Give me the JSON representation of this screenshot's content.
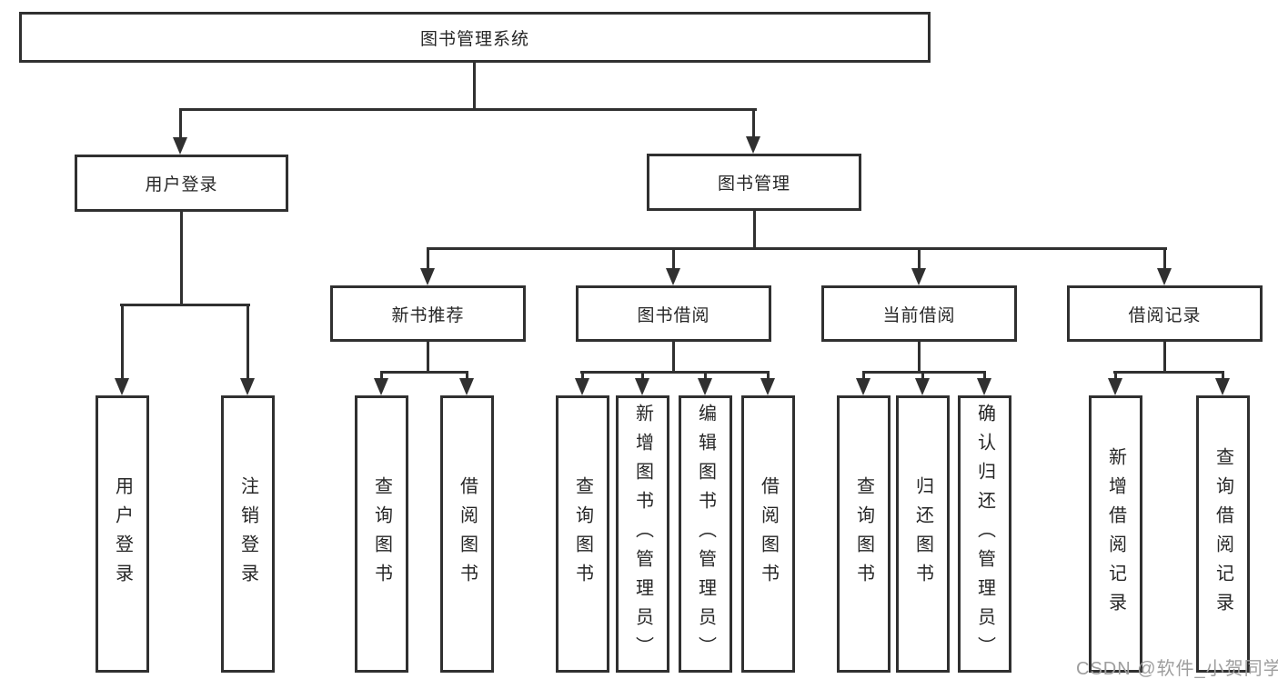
{
  "diagram": {
    "title": "图书管理系统",
    "branches": [
      {
        "label": "用户登录",
        "children": [
          {
            "label": "用户登录"
          },
          {
            "label": "注销登录"
          }
        ]
      },
      {
        "label": "图书管理",
        "children": [
          {
            "label": "新书推荐",
            "children": [
              {
                "label": "查询图书"
              },
              {
                "label": "借阅图书"
              }
            ]
          },
          {
            "label": "图书借阅",
            "children": [
              {
                "label": "查询图书"
              },
              {
                "label": "新增图书（管理员）"
              },
              {
                "label": "编辑图书（管理员）"
              },
              {
                "label": "借阅图书"
              }
            ]
          },
          {
            "label": "当前借阅",
            "children": [
              {
                "label": "查询图书"
              },
              {
                "label": "归还图书"
              },
              {
                "label": "确认归还（管理员）"
              }
            ]
          },
          {
            "label": "借阅记录",
            "children": [
              {
                "label": "新增借阅记录"
              },
              {
                "label": "查询借阅记录"
              }
            ]
          }
        ]
      }
    ]
  },
  "colors": {
    "line": "#303030",
    "text": "#262626",
    "background": "#ffffff",
    "watermark_color": "#9e9e9e"
  },
  "watermark": {
    "text": "CSDN @软件_小贺同学"
  }
}
